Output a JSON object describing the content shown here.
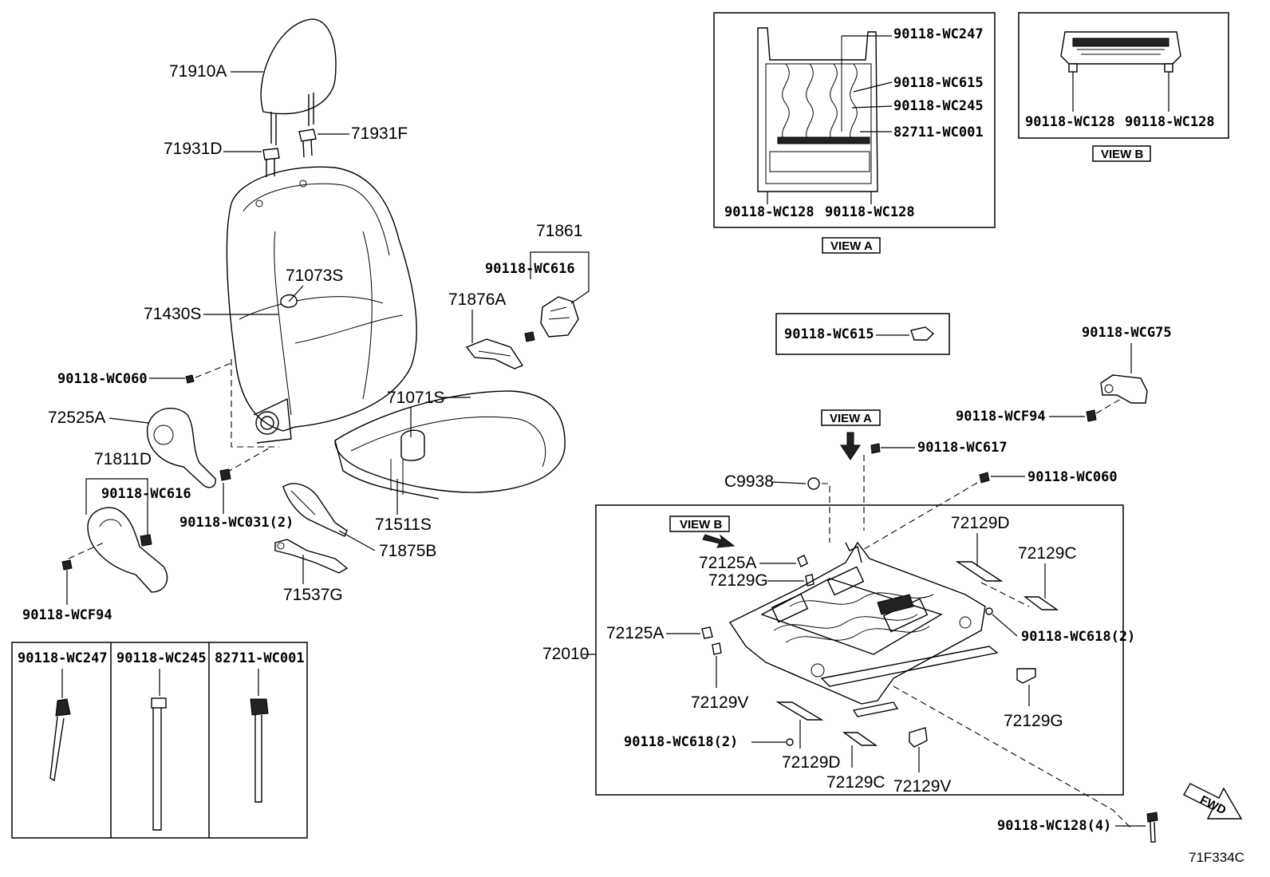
{
  "diagram_code": "71F334C",
  "fwd_label": "FWD",
  "callouts": {
    "headrest": "71910A",
    "guide_left": "71931D",
    "guide_right": "71931F",
    "back_pad": "71073S",
    "back_cover": "71430S",
    "clip_wc060_left": "90118-WC060",
    "recliner_cover": "72525A",
    "shield": "71811D",
    "clip_wc616_shield": "90118-WC616",
    "clip_wc031": "90118-WC031(2)",
    "clip_wcf94_left": "90118-WCF94",
    "assembly_71861": "71861",
    "clip_wc616_upper": "90118-WC616",
    "bracket_71876A": "71876A",
    "cushion_cover": "71071S",
    "cushion_pad": "71511S",
    "bracket_71875B": "71875B",
    "bracket_71537G": "71537G",
    "view_a_wc247": "90118-WC247",
    "view_a_wc615": "90118-WC615",
    "view_a_wc245": "90118-WC245",
    "view_a_82711": "82711-WC001",
    "view_a_wc128_l": "90118-WC128",
    "view_a_wc128_r": "90118-WC128",
    "view_a_caption": "VIEW A",
    "view_b_wc128_l": "90118-WC128",
    "view_b_wc128_r": "90118-WC128",
    "view_b_caption": "VIEW B",
    "wc615_box": "90118-WC615",
    "wcg75": "90118-WCG75",
    "wcf94_right": "90118-WCF94",
    "view_a_arrow": "VIEW A",
    "wc617": "90118-WC617",
    "c9938": "C9938",
    "wc060_right": "90118-WC060",
    "view_b_arrow": "VIEW B",
    "adj_72125A_top": "72125A",
    "adj_72129G_top": "72129G",
    "adj_72129D_top": "72129D",
    "adj_72129C_top": "72129C",
    "adj_72125A_left": "72125A",
    "frame_72010": "72010",
    "wc618_right": "90118-WC618(2)",
    "adj_72129V_left": "72129V",
    "adj_72129G_right": "72129G",
    "wc618_left": "90118-WC618(2)",
    "adj_72129D_bottom": "72129D",
    "adj_72129C_bottom": "72129C",
    "adj_72129V_bottom": "72129V",
    "wc128_4": "90118-WC128(4)"
  },
  "legend_table": {
    "headers": [
      "90118-WC247",
      "90118-WC245",
      "82711-WC001"
    ]
  }
}
